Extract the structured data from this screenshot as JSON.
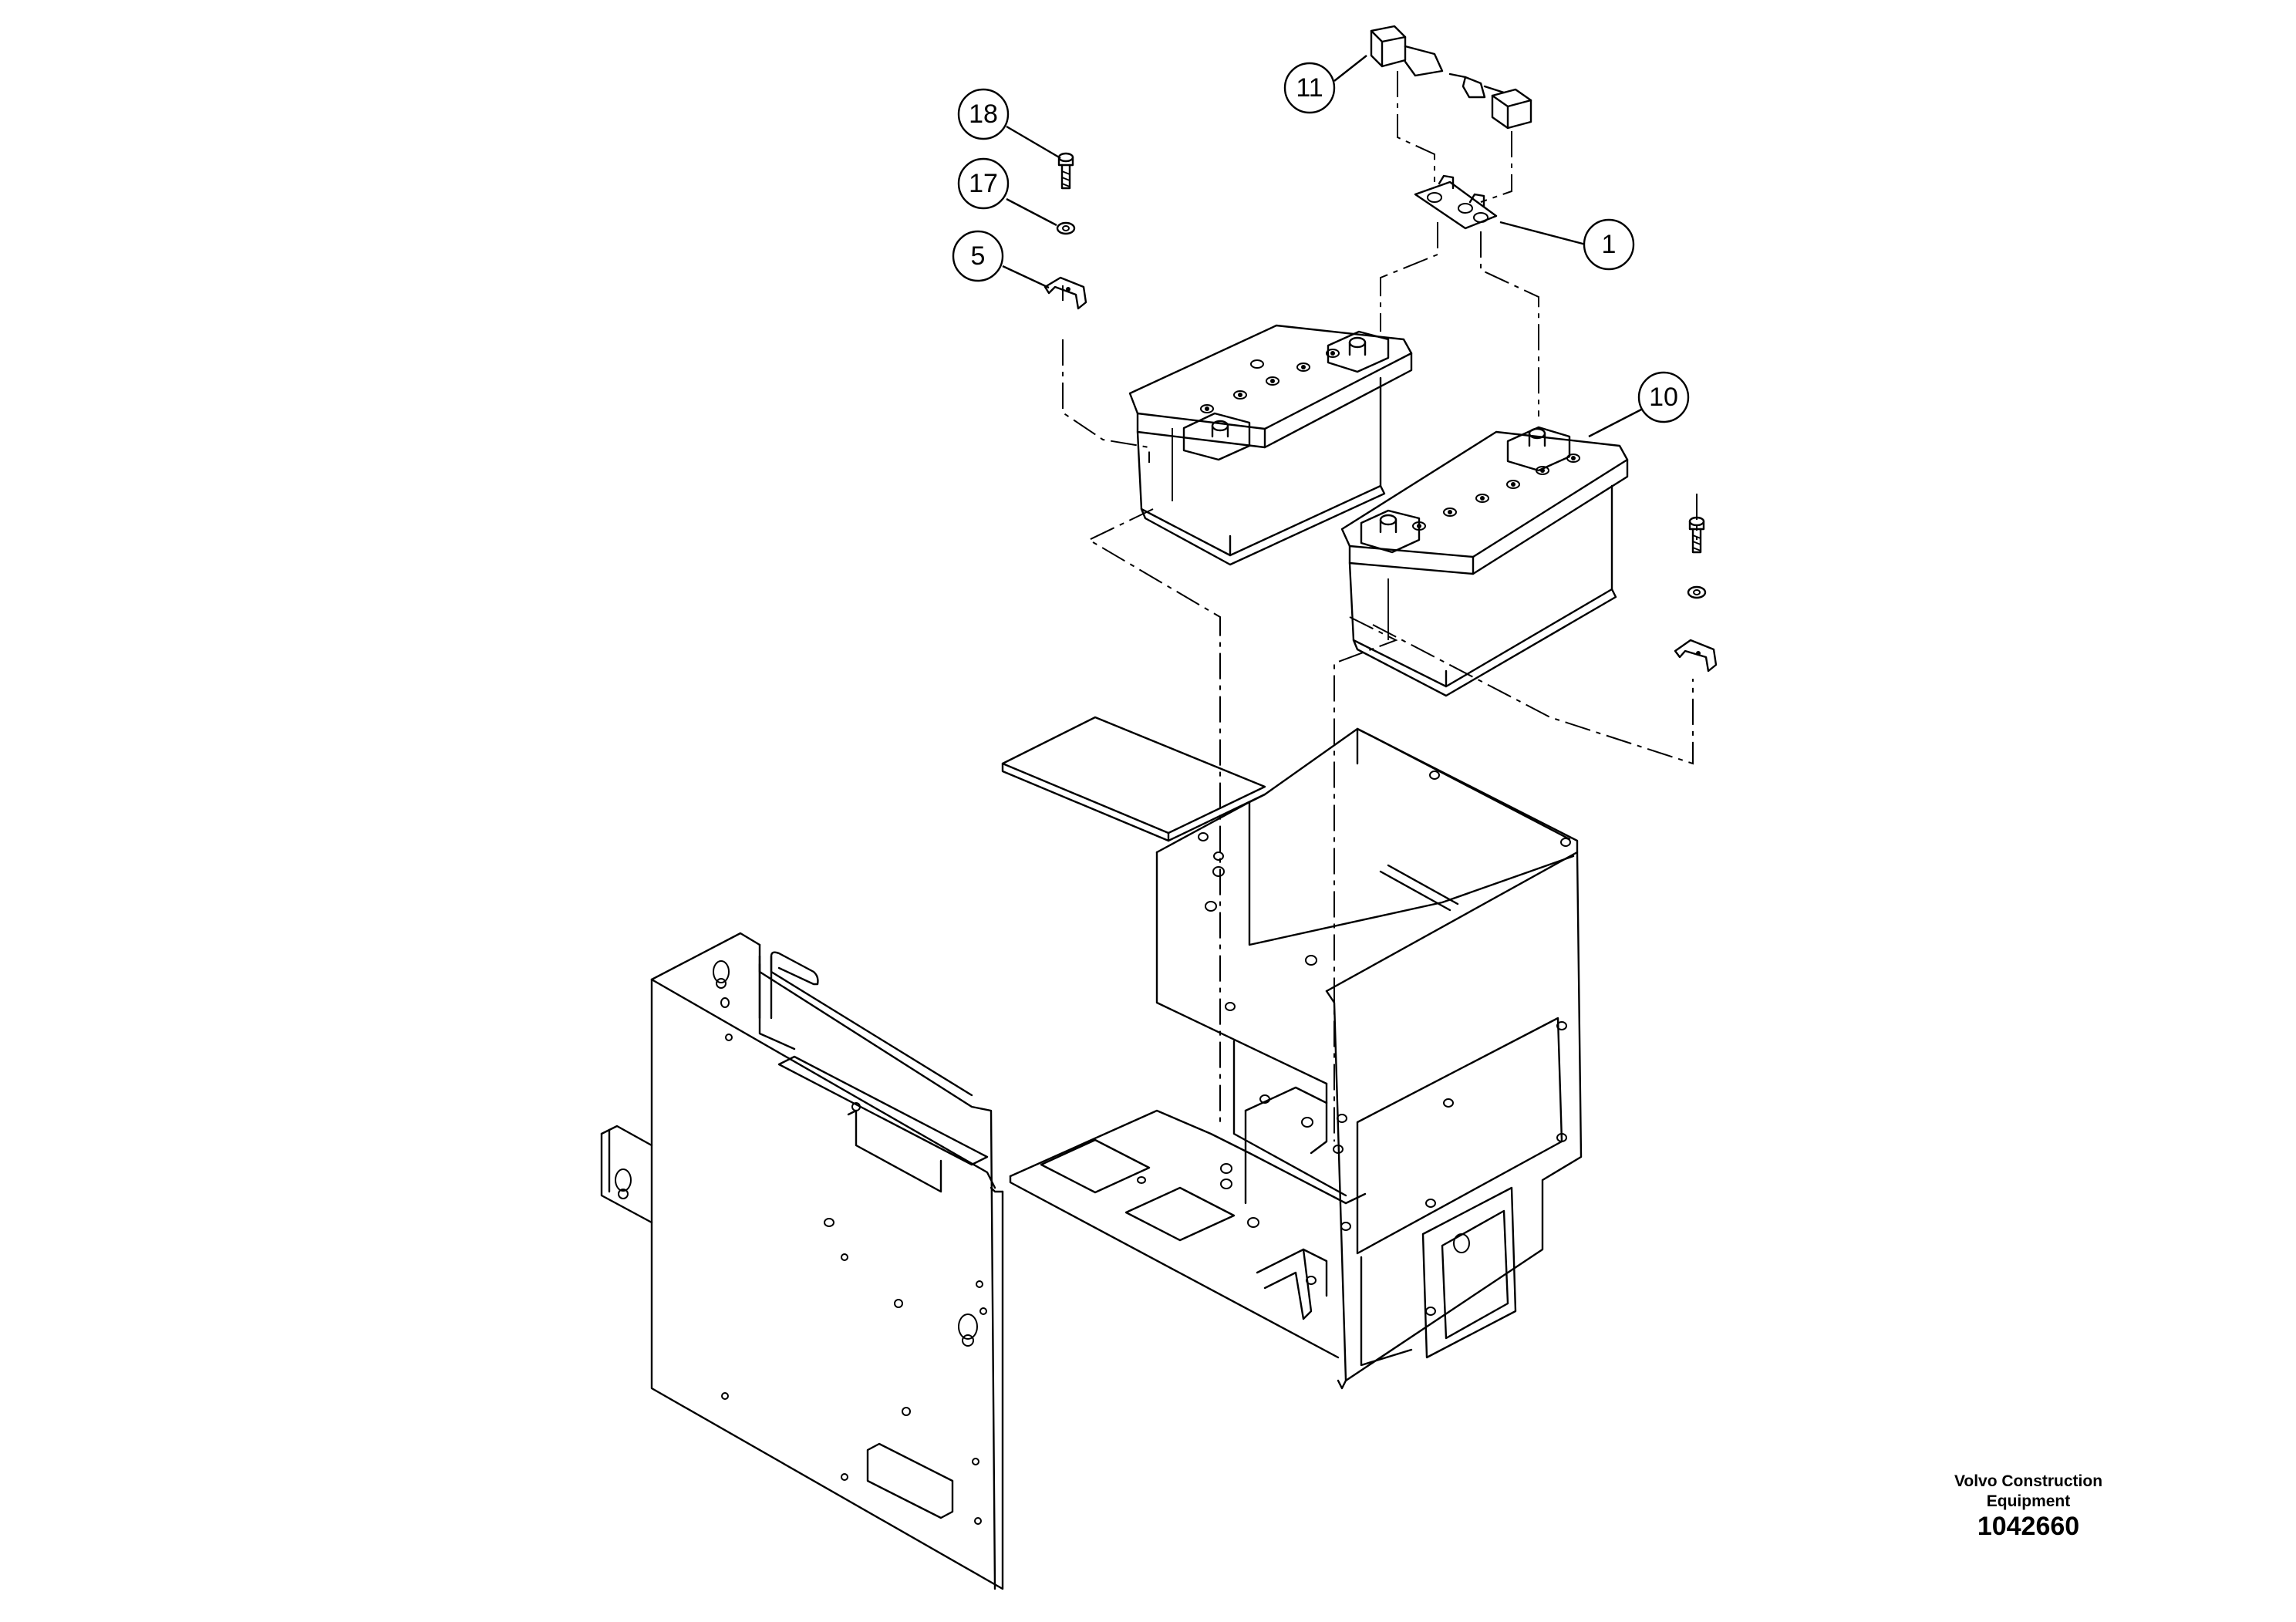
{
  "diagram": {
    "callouts": [
      {
        "id": "callout-1",
        "label": "1"
      },
      {
        "id": "callout-5",
        "label": "5"
      },
      {
        "id": "callout-10",
        "label": "10"
      },
      {
        "id": "callout-11",
        "label": "11"
      },
      {
        "id": "callout-17",
        "label": "17"
      },
      {
        "id": "callout-18",
        "label": "18"
      }
    ]
  },
  "footer": {
    "brand_line1": "Volvo Construction",
    "brand_line2": "Equipment",
    "drawing_number": "1042660"
  }
}
